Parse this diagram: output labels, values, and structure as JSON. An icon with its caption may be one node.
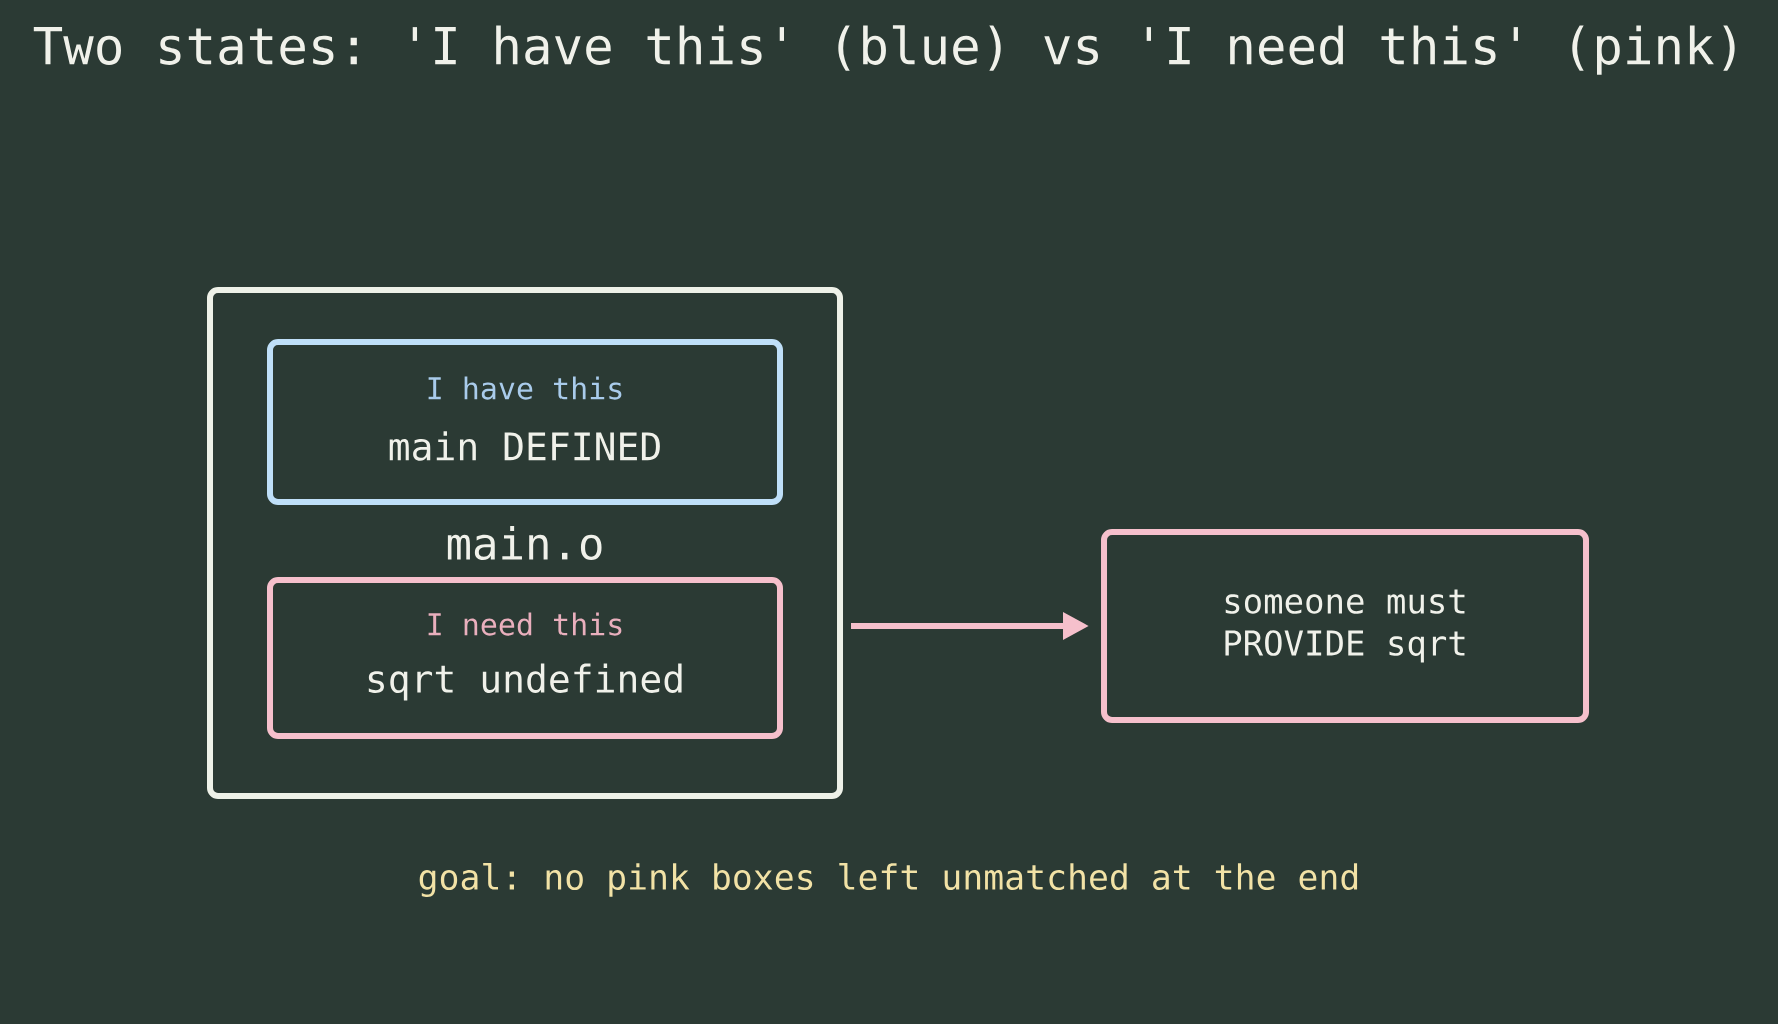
{
  "diagram": {
    "title": "Two states: 'I have this' (blue) vs 'I need this' (pink)",
    "nodes": [
      {
        "text": [
          "main.o"
        ]
      },
      {
        "text": [
          "I have this",
          "main DEFINED"
        ],
        "in": 0
      },
      {
        "text": [
          "I need this",
          "sqrt undefined"
        ],
        "in": 0
      },
      {
        "text": [
          "someone must PROVIDE sqrt"
        ]
      }
    ],
    "edges": [
      {
        "from": 0,
        "to": 3,
        "arrow": "to"
      }
    ],
    "labels": [
      "goal: no pink boxes left unmatched at the end"
    ]
  }
}
